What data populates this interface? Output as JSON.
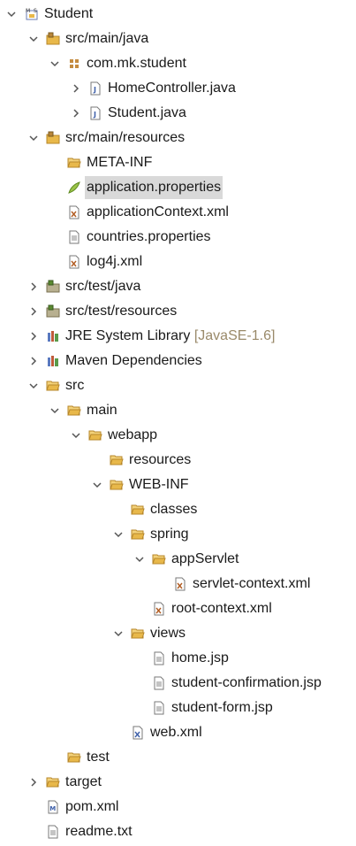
{
  "tree": {
    "student": "Student",
    "src_main_java": "src/main/java",
    "pkg": "com.mk.student",
    "home_controller": "HomeController.java",
    "student_java": "Student.java",
    "src_main_resources": "src/main/resources",
    "meta_inf": "META-INF",
    "app_props": "application.properties",
    "app_ctx": "applicationContext.xml",
    "countries": "countries.properties",
    "log4j": "log4j.xml",
    "src_test_java": "src/test/java",
    "src_test_resources": "src/test/resources",
    "jre": "JRE System Library",
    "jre_version": "[JavaSE-1.6]",
    "maven": "Maven Dependencies",
    "src": "src",
    "main": "main",
    "webapp": "webapp",
    "resources": "resources",
    "web_inf": "WEB-INF",
    "classes": "classes",
    "spring": "spring",
    "app_servlet": "appServlet",
    "servlet_ctx": "servlet-context.xml",
    "root_ctx": "root-context.xml",
    "views": "views",
    "home_jsp": "home.jsp",
    "confirm_jsp": "student-confirmation.jsp",
    "form_jsp": "student-form.jsp",
    "web_xml": "web.xml",
    "test": "test",
    "target": "target",
    "pom": "pom.xml",
    "readme": "readme.txt"
  },
  "colors": {
    "selection": "#d9d9d9",
    "decoration": "#9a8a6a",
    "folder": "#e8b84a"
  },
  "icons": [
    "maven-project-icon",
    "source-folder-icon",
    "package-icon",
    "java-file-icon",
    "folder-icon",
    "properties-icon",
    "xml-file-icon",
    "text-file-icon",
    "library-icon",
    "pom-icon"
  ]
}
